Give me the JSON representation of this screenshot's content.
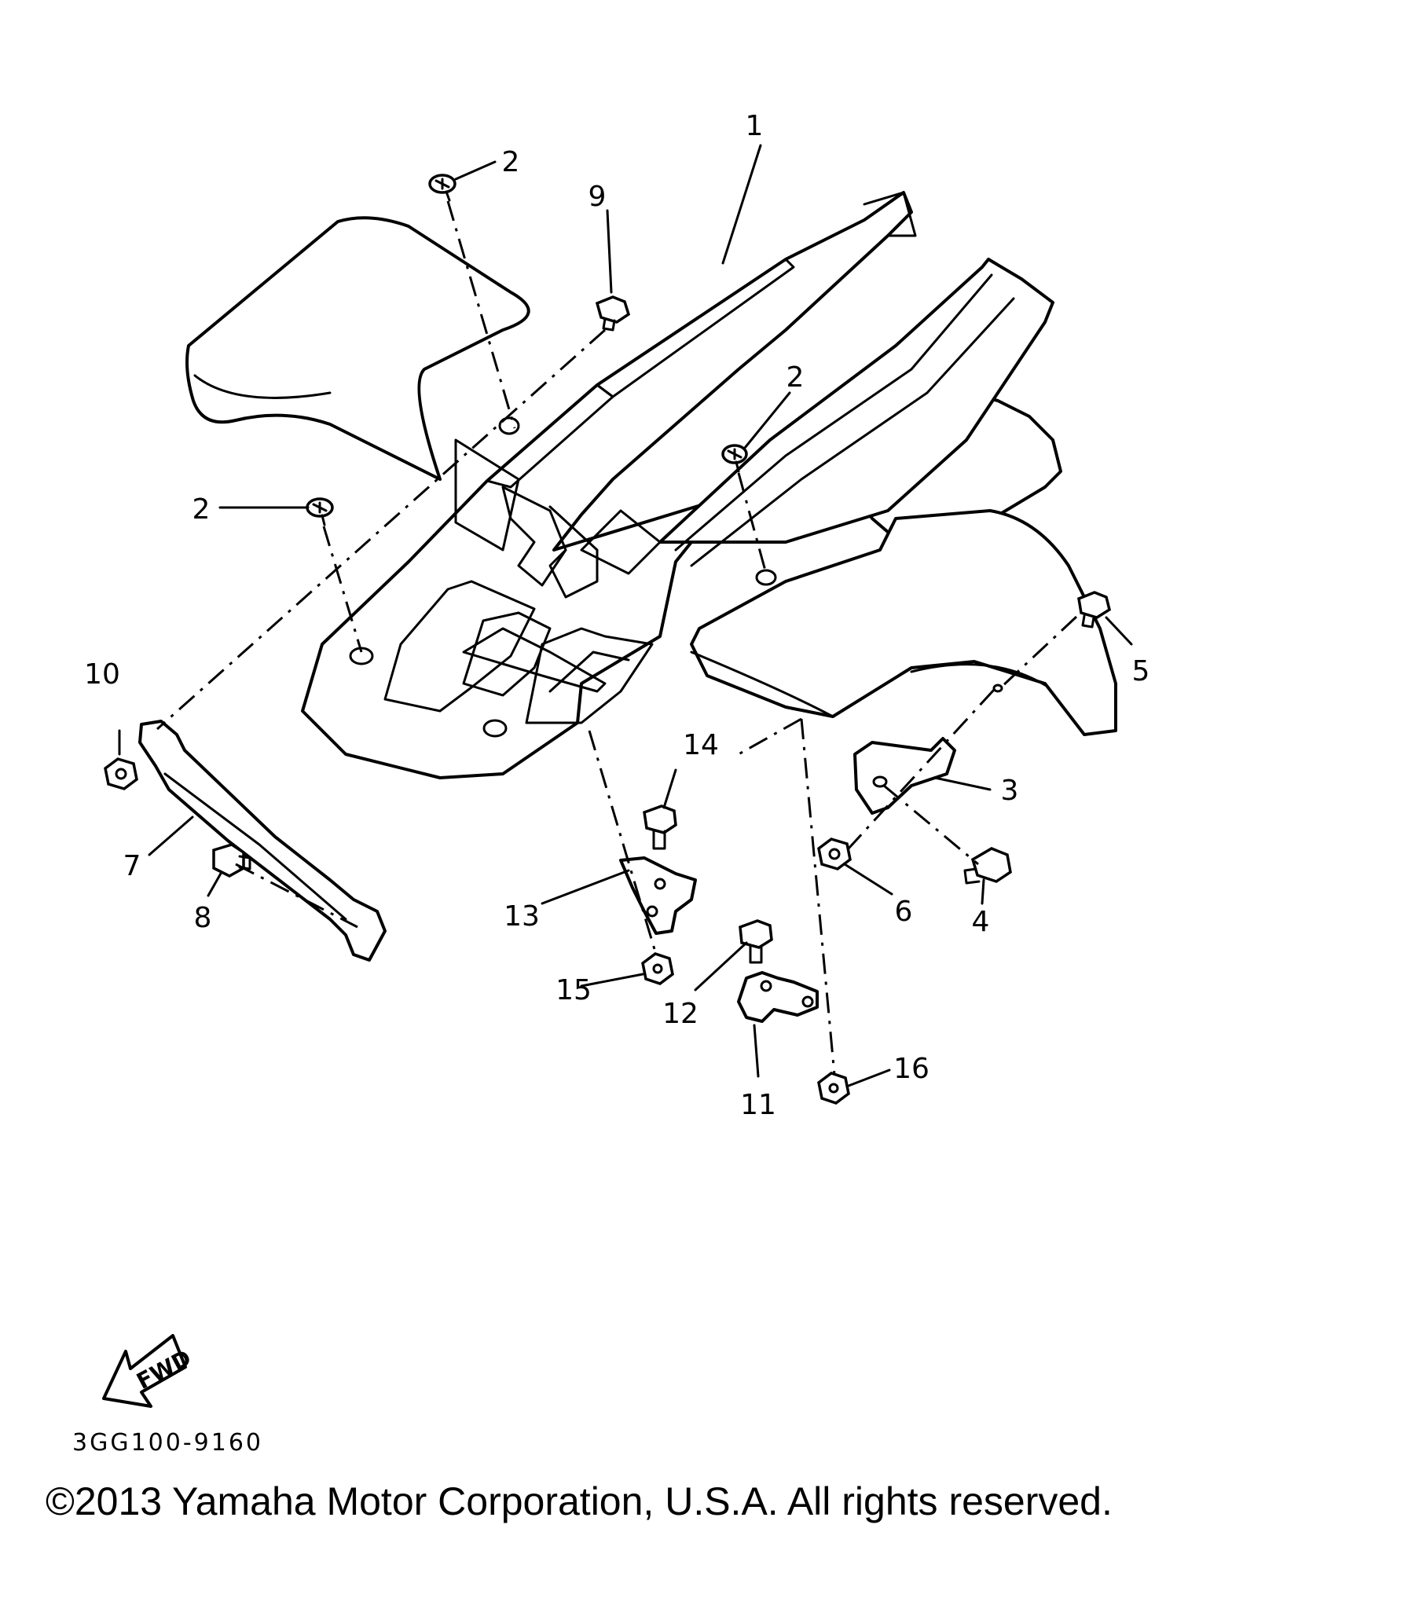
{
  "diagram": {
    "callouts": [
      {
        "id": "c1",
        "label": "1"
      },
      {
        "id": "c2a",
        "label": "2"
      },
      {
        "id": "c2b",
        "label": "2"
      },
      {
        "id": "c2c",
        "label": "2"
      },
      {
        "id": "c3",
        "label": "3"
      },
      {
        "id": "c4",
        "label": "4"
      },
      {
        "id": "c5",
        "label": "5"
      },
      {
        "id": "c6",
        "label": "6"
      },
      {
        "id": "c7",
        "label": "7"
      },
      {
        "id": "c8",
        "label": "8"
      },
      {
        "id": "c9",
        "label": "9"
      },
      {
        "id": "c10",
        "label": "10"
      },
      {
        "id": "c11",
        "label": "11"
      },
      {
        "id": "c12",
        "label": "12"
      },
      {
        "id": "c13",
        "label": "13"
      },
      {
        "id": "c14",
        "label": "14"
      },
      {
        "id": "c15",
        "label": "15"
      },
      {
        "id": "c16",
        "label": "16"
      }
    ],
    "fwd_label": "FWD",
    "drawing_code": "3GG100-9160",
    "icons": {
      "direction": "fwd-arrow-icon"
    }
  },
  "footer": {
    "copyright": "©2013 Yamaha Motor Corporation, U.S.A. All rights reserved."
  }
}
